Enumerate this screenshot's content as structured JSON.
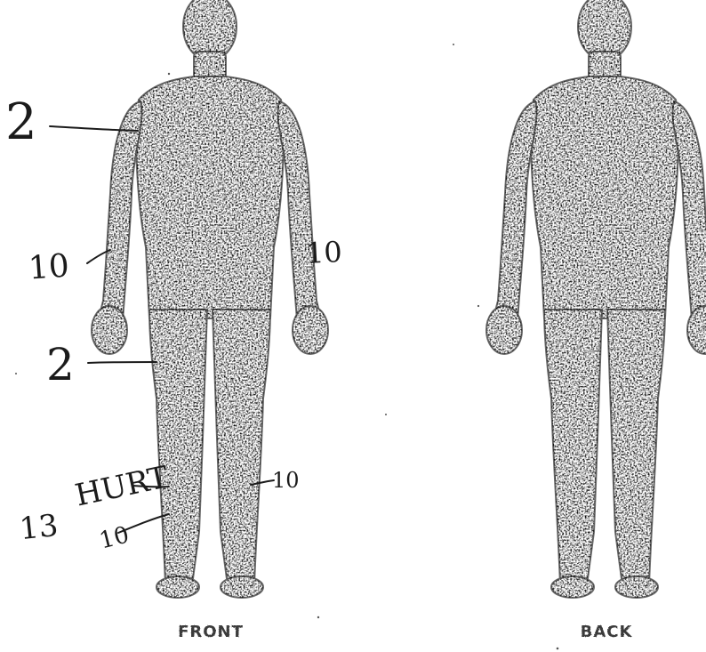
{
  "front_label": "FRONT",
  "back_label": "BACK",
  "annotations": {
    "upper_chest": "2",
    "left_arm": "10",
    "right_arm": "10",
    "thigh": "2",
    "right_shin": "10",
    "left_shin_number": "13",
    "left_shin_word": "HURT",
    "left_shin_low": "10"
  }
}
